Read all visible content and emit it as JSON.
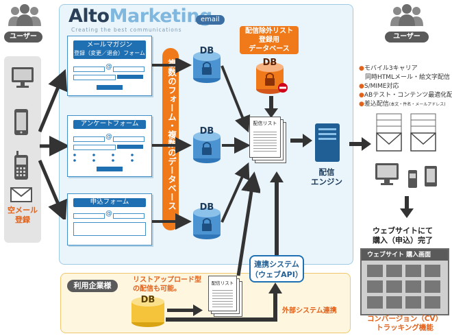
{
  "logo": {
    "brand_part1": "Alto",
    "brand_part2": "Marketing",
    "badge": "email",
    "tagline": "Creating the best communications"
  },
  "left_users": {
    "chip_label": "ユーザー",
    "kara_mail_line1": "空メール",
    "kara_mail_line2": "登録"
  },
  "right_users": {
    "chip_label": "ユーザー"
  },
  "forms": {
    "mailmag_line1": "メールマガジン",
    "mailmag_line2": "登録（変更／退会）フォーム",
    "survey": "アンケートフォーム",
    "application": "申込フォーム"
  },
  "vertical_banner": "複数のフォーム・複数のデータベース",
  "db_label": "DB",
  "exclusion": {
    "line1": "配信除外リスト",
    "line2": "登録用",
    "line3": "データベース"
  },
  "delivery_list": "配信リスト",
  "engine": {
    "line1": "配信",
    "line2": "エンジン"
  },
  "features": [
    {
      "text": "モバイル3キャリア"
    },
    {
      "text": "同時HTMLメール・絵文字配信"
    },
    {
      "text": "S/MIME対応"
    },
    {
      "text": "ABテスト・コンテンツ最適化配信"
    },
    {
      "text": "差込配信",
      "note": "(本文・件名・メールアドレス)"
    }
  ],
  "purchase": {
    "line1": "ウェブサイトにて",
    "line2": "購入（申込）完了",
    "window_title": "ウェブサイト 購入画面"
  },
  "conversion": {
    "line1": "コンバージョン（CV）",
    "line2": "トラッキング機能"
  },
  "corporate": {
    "chip": "利用企業様",
    "upload_line1": "リストアップロード型",
    "upload_line2": "の配信も可能。",
    "api_line1": "連携システム",
    "api_line2": "（ウェブAPI）",
    "external": "外部システム連携"
  },
  "colors": {
    "accent_orange": "#f07a1a",
    "brand_blue": "#1f6fb3",
    "panel_blue": "#eaf5fb",
    "panel_yellow": "#fff6df"
  }
}
